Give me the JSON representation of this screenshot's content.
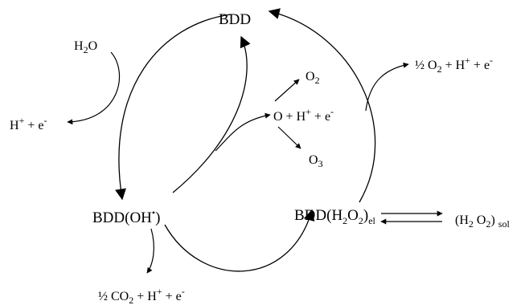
{
  "labels": {
    "bdd_top": "BDD",
    "water": "H",
    "water_sub": "2",
    "water_tail": "O",
    "proton_left": "H",
    "proton_left_sup": "+",
    "proton_left_mid": " + e",
    "proton_left_minus": "-",
    "o2_left": "O",
    "o2_left_sub": "2",
    "o_radical": "O + H",
    "o_radical_sup": "+",
    "o_radical_mid": " + e",
    "o_radical_minus": "-",
    "o3": "O",
    "o3_sub": "3",
    "half_o2": "½ O",
    "half_o2_sub": "2",
    "half_o2_mid": " + H",
    "half_o2_sup": "+",
    "half_o2_tail": " + e",
    "half_o2_minus": "-",
    "bdd_oh": "BDD(OH",
    "bdd_oh_dot": "•",
    "bdd_oh_close": ")",
    "bdd_h2o2": "BDD(H",
    "bdd_h2o2_sub1": "2",
    "bdd_h2o2_mid": "O",
    "bdd_h2o2_sub2": "2",
    "bdd_h2o2_close": ")",
    "bdd_h2o2_el": "el",
    "h2o2_sol": "(H",
    "h2o2_sol_sub1": "2",
    "h2o2_sol_mid": " O",
    "h2o2_sol_sub2": "2",
    "h2o2_sol_close": ") ",
    "h2o2_sol_tag": "sol",
    "half_co2": "½ CO",
    "half_co2_sub": "2",
    "half_co2_mid": " + H",
    "half_co2_sup": "+",
    "half_co2_tail": " + e",
    "half_co2_minus": "-"
  }
}
